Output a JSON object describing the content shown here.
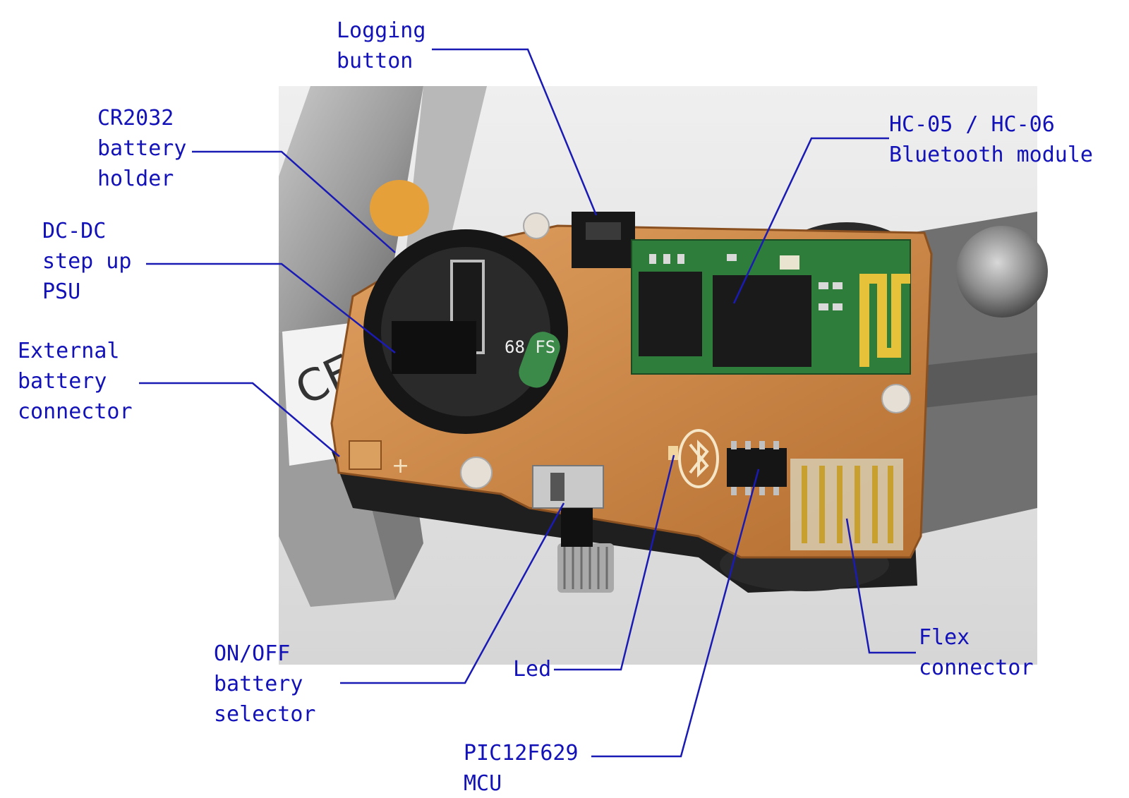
{
  "colors": {
    "label_text": "#1212b8",
    "leader_line": "#1a1ab4",
    "pcb_copper": "#d08a4a",
    "module_green": "#2e7d3a",
    "antenna_gold": "#e6c23a",
    "ic_black": "#1a1a1a",
    "caliper_grey": "#8a8a8a"
  },
  "labels": {
    "logging_button": {
      "line1": "Logging",
      "line2": "button"
    },
    "battery_holder": {
      "line1": "CR2032",
      "line2": "battery",
      "line3": "holder"
    },
    "bluetooth_module": {
      "line1": "HC-05 / HC-06",
      "line2": "Bluetooth module"
    },
    "dcdc_psu": {
      "line1": "DC-DC",
      "line2": "step up",
      "line3": "PSU"
    },
    "external_battery": {
      "line1": "External",
      "line2": "battery",
      "line3": "connector"
    },
    "on_off_selector": {
      "line1": "ON/OFF",
      "line2": "battery",
      "line3": "selector"
    },
    "led": {
      "line1": "Led"
    },
    "mcu": {
      "line1": "PIC12F629",
      "line2": "MCU"
    },
    "flex_connector": {
      "line1": "Flex",
      "line2": "connector"
    }
  },
  "photo": {
    "battery_polarity_mark": "+",
    "ce_mark": "CE",
    "inductor_marking": "68 FS"
  }
}
